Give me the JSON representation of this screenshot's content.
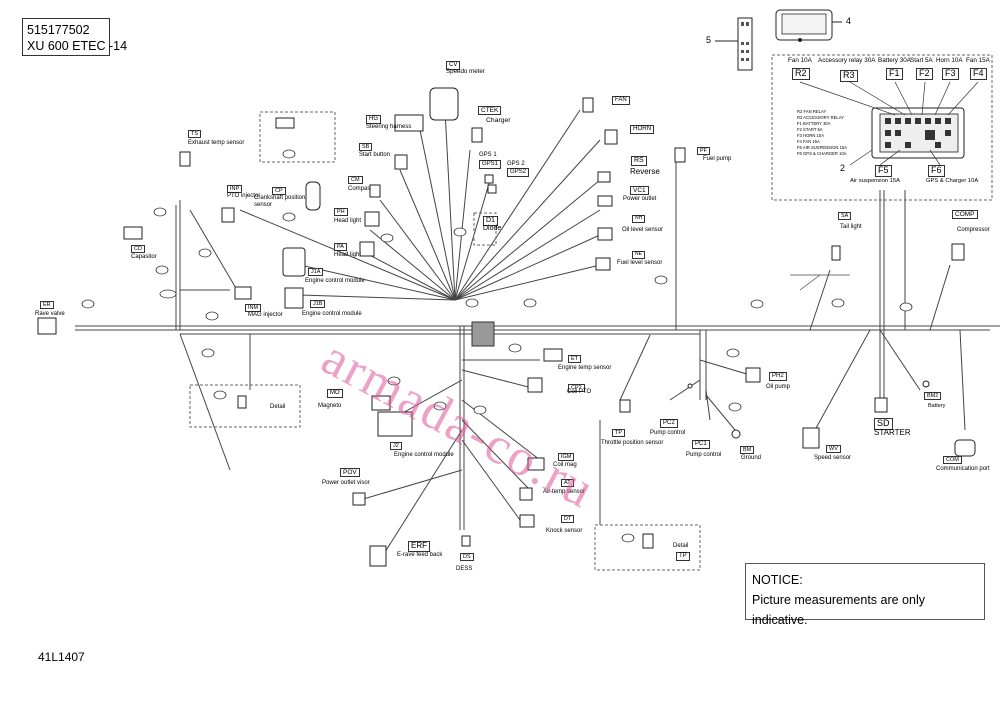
{
  "header": {
    "part_number": "515177502",
    "model": "XU 600 ETEC -14"
  },
  "footer": {
    "drawing_code": "41L1407"
  },
  "notice": {
    "title": "NOTICE:",
    "text": "Picture measurements are only indicative."
  },
  "watermark": "armada-co.ru",
  "fuse_box": {
    "callouts": {
      "top": "4",
      "side": "5",
      "bottom": "2"
    },
    "top_labels": [
      {
        "text": "Fan 10A"
      },
      {
        "text": "Accessory relay 30A"
      },
      {
        "text": "Battery 30A"
      },
      {
        "text": "Start 5A"
      },
      {
        "text": "Horn 10A"
      },
      {
        "text": "Fan 15A"
      }
    ],
    "top_codes": [
      "R2",
      "R3",
      "F1",
      "F2",
      "F3",
      "F4"
    ],
    "bottom_codes": [
      "F5",
      "F6"
    ],
    "bottom_labels": [
      "Air suspension 15A",
      "GPS & Charger 10A"
    ],
    "legend": [
      "R2 FAN RELAY",
      "R3 ACCESSORY RELAY",
      "F1 BATTERY 30A",
      "F2 START 5A",
      "F3 HORN 10A",
      "F4 FAN 15A",
      "F5 AIR SUSPENSION 15A",
      "F6 GPS & CHARGER 10A"
    ]
  },
  "components": [
    {
      "code": "CV",
      "label": "Speedo meter"
    },
    {
      "code": "CTEK",
      "label": "Charger"
    },
    {
      "code": "FAN",
      "label": ""
    },
    {
      "code": "HORN",
      "label": ""
    },
    {
      "code": "HG",
      "label": "Steering harness"
    },
    {
      "code": "SB",
      "label": "Start button"
    },
    {
      "code": "CM",
      "label": "Compas"
    },
    {
      "code": "TS",
      "label": "Exhaust temp sensor"
    },
    {
      "code": "INP",
      "label": "PTO injector"
    },
    {
      "code": "CP",
      "label": "Crankshaft position sensor"
    },
    {
      "code": "PH",
      "label": "Head light"
    },
    {
      "code": "PA",
      "label": "Head light"
    },
    {
      "code": "CD",
      "label": "Capasitor"
    },
    {
      "code": "J1A",
      "label": "Engine control module"
    },
    {
      "code": "J1B",
      "label": "Engine control module"
    },
    {
      "code": "INM",
      "label": "MAG injector"
    },
    {
      "code": "ER",
      "label": "Rave valve"
    },
    {
      "code": "GPS1",
      "label": "GPS 1"
    },
    {
      "code": "GPS2",
      "label": "GPS 2"
    },
    {
      "code": "D1",
      "label": "Diode"
    },
    {
      "code": "PF",
      "label": "Fuel pump"
    },
    {
      "code": "RS",
      "label": "Reverse"
    },
    {
      "code": "VC1",
      "label": "Power outlet"
    },
    {
      "code": "NH",
      "label": "Oil level sensor"
    },
    {
      "code": "NE",
      "label": "Fuel level sensor"
    },
    {
      "code": "SA",
      "label": "Tail light"
    },
    {
      "code": "COMP",
      "label": "Compressor"
    },
    {
      "code": "ET",
      "label": "Engine temp sensor"
    },
    {
      "code": "CP2",
      "label": "Coil PTO"
    },
    {
      "code": "MO",
      "label": "Magneto"
    },
    {
      "code": "J2",
      "label": "Engine control module"
    },
    {
      "code": "TP",
      "label": "Throttle position sensor"
    },
    {
      "code": "PC2",
      "label": "Pump control"
    },
    {
      "code": "PC1",
      "label": "Pump control"
    },
    {
      "code": "BM",
      "label": "Ground"
    },
    {
      "code": "PH2",
      "label": "Oil pump"
    },
    {
      "code": "BM2",
      "label": "Battery"
    },
    {
      "code": "SD",
      "label": "STARTER"
    },
    {
      "code": "WV",
      "label": "Speed sensor"
    },
    {
      "code": "COM",
      "label": "Communication port"
    },
    {
      "code": "POV",
      "label": "Power outlet visor"
    },
    {
      "code": "IGM",
      "label": "Coil mag"
    },
    {
      "code": "AT",
      "label": "Air temp sensor"
    },
    {
      "code": "DT",
      "label": "Knock sensor"
    },
    {
      "code": "ERF",
      "label": "E-rave feed back"
    },
    {
      "code": "DS",
      "label": "DESS"
    }
  ],
  "detail_labels": {
    "detail_left": "Detail",
    "detail_right": "Detail",
    "detail_right_code": "TP"
  }
}
